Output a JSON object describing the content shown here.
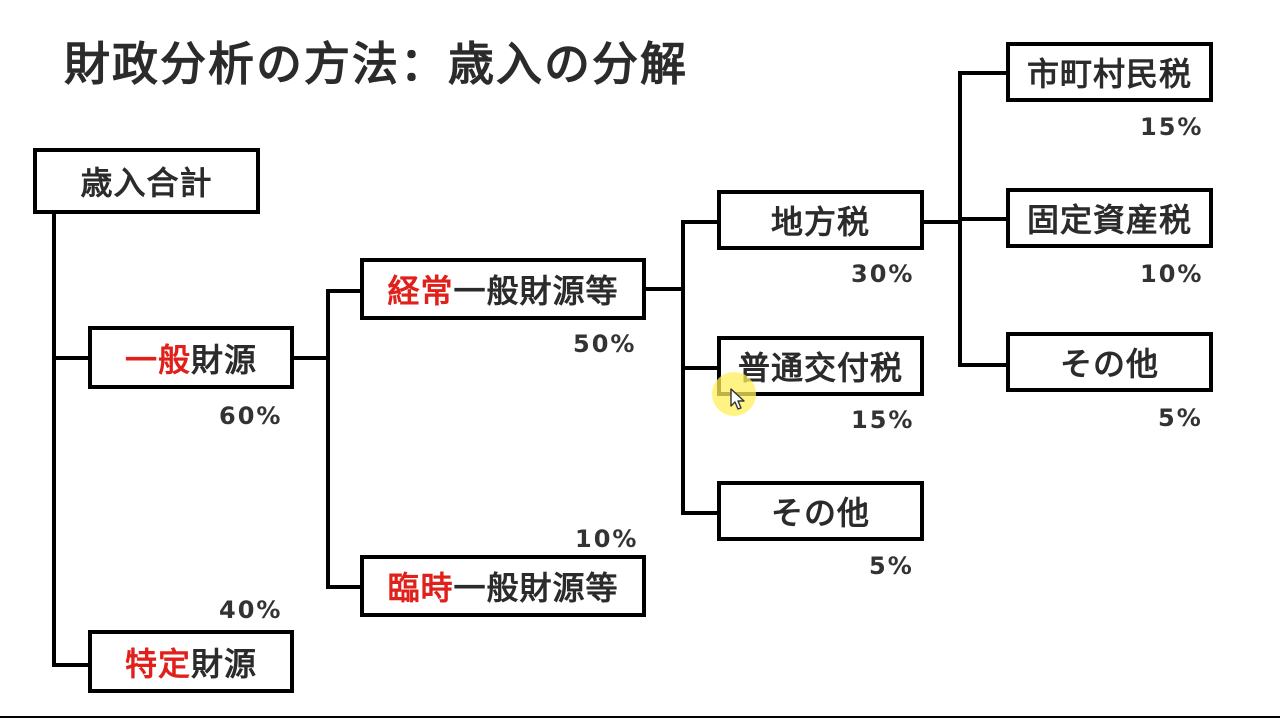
{
  "title": "財政分析の方法：歳入の分解",
  "colors": {
    "accent": "#e0211b",
    "text": "#2b2b2b",
    "line": "#000000"
  },
  "nodes": {
    "total": {
      "label": "歳入合計"
    },
    "general": {
      "accent": "一般",
      "rest": "財源",
      "share": "60%"
    },
    "specific": {
      "accent": "特定",
      "rest": "財源",
      "share": "40%"
    },
    "recurring": {
      "accent": "経常",
      "rest": "一般財源等",
      "share": "50%"
    },
    "temporary": {
      "accent": "臨時",
      "rest": "一般財源等",
      "share": "10%"
    },
    "local_tax": {
      "label": "地方税",
      "share": "30%"
    },
    "grant_tax": {
      "label": "普通交付税",
      "share": "15%"
    },
    "other_general": {
      "label": "その他",
      "share": "5%"
    },
    "municipal_tax": {
      "label": "市町村民税",
      "share": "15%"
    },
    "property_tax": {
      "label": "固定資産税",
      "share": "10%"
    },
    "other_tax": {
      "label": "その他",
      "share": "5%"
    }
  }
}
